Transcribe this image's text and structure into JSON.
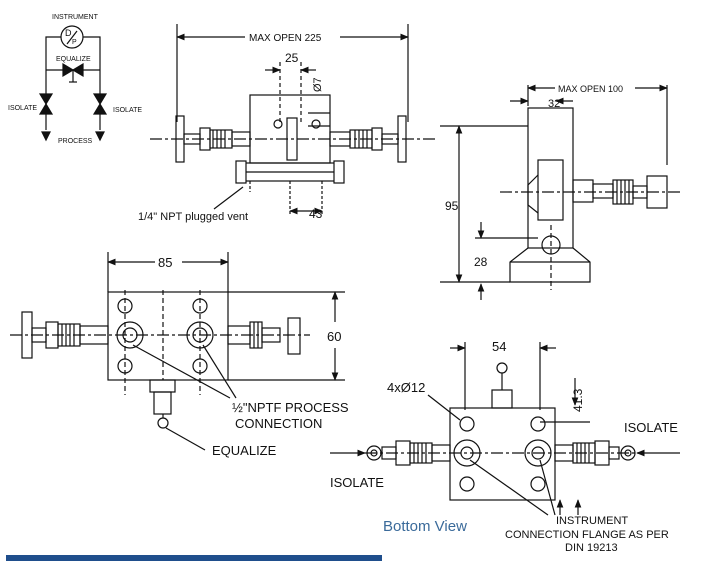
{
  "schematic": {
    "instrument": "INSTRUMENT",
    "dp_top": "D",
    "dp_bottom": "P",
    "equalize": "EQUALIZE",
    "isolate_left": "ISOLATE",
    "isolate_right": "ISOLATE",
    "process": "PROCESS"
  },
  "front_view": {
    "max_open": "MAX OPEN 225",
    "dim_25": "25",
    "dim_hole": "Ø7",
    "dim_43": "43",
    "vent_label": "1/4\" NPT plugged vent"
  },
  "side_view": {
    "max_open": "MAX OPEN 100",
    "dim_32": "32",
    "dim_95": "95",
    "dim_28": "28"
  },
  "top_view": {
    "dim_85": "85",
    "dim_60": "60",
    "process_connection_1": "½\"NPTF PROCESS",
    "process_connection_2": "CONNECTION",
    "equalize": "EQUALIZE"
  },
  "bottom_view": {
    "dim_54": "54",
    "holes": "4xØ12",
    "dim_413": "41.3",
    "isolate_right": "ISOLATE",
    "isolate_left": "ISOLATE",
    "title": "Bottom View",
    "flange_1": "INSTRUMENT",
    "flange_2": "CONNECTION FLANGE AS PER",
    "flange_3": "DIN 19213"
  },
  "colors": {
    "accent": "#1f4e8c",
    "caption": "#3a6a9a"
  }
}
